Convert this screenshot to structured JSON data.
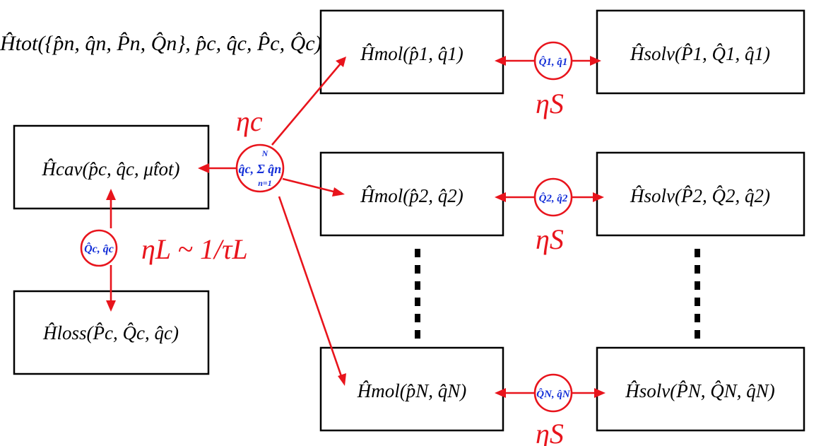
{
  "header_formula": "Ĥtot({p̂n, q̂n, P̂n, Q̂n}, p̂c, q̂c, P̂c, Q̂c)",
  "boxes": {
    "cav": "Ĥcav(p̂c, q̂c, μ̂tot)",
    "loss": "Ĥloss(P̂c, Q̂c, q̂c)",
    "mol_1": "Ĥmol(p̂1, q̂1)",
    "mol_2": "Ĥmol(p̂2, q̂2)",
    "mol_N": "Ĥmol(p̂N, q̂N)",
    "solv_1": "Ĥsolv(P̂1, Q̂1, q̂1)",
    "solv_2": "Ĥsolv(P̂2, Q̂2, q̂2)",
    "solv_N": "Ĥsolv(P̂N, Q̂N, q̂N)"
  },
  "nodes": {
    "hub": "q̂c, Σ q̂n",
    "hub_sum_top": "N",
    "hub_sum_bottom": "n=1",
    "loss": "Q̂c, q̂c",
    "s1": "Q̂1, q̂1",
    "s2": "Q̂2, q̂2",
    "sN": "Q̂N, q̂N"
  },
  "couplings": {
    "eta_c": "ηc",
    "eta_L": "ηL ~ 1/τL",
    "eta_s1": "ηS",
    "eta_s2": "ηS",
    "eta_sN": "ηS"
  },
  "colors": {
    "connector": "#e8141c",
    "node_text": "#1530d8",
    "box_stroke": "#000000"
  }
}
